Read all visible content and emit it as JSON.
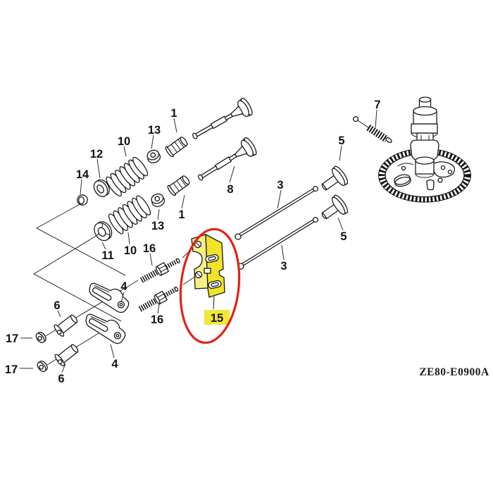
{
  "diagram": {
    "code": "ZE80-E0900A",
    "highlight": {
      "part": "15",
      "fill": "#f1e32a",
      "fill_light": "#f8ef86",
      "badge_fill": "#f2e637",
      "circle": "#e02318"
    },
    "callouts": [
      {
        "label": "1"
      },
      {
        "label": "13"
      },
      {
        "label": "10"
      },
      {
        "label": "12"
      },
      {
        "label": "14"
      },
      {
        "label": "8"
      },
      {
        "label": "1"
      },
      {
        "label": "13"
      },
      {
        "label": "10"
      },
      {
        "label": "11"
      },
      {
        "label": "16"
      },
      {
        "label": "16"
      },
      {
        "label": "4"
      },
      {
        "label": "4"
      },
      {
        "label": "6"
      },
      {
        "label": "6"
      },
      {
        "label": "17"
      },
      {
        "label": "17"
      },
      {
        "label": "3"
      },
      {
        "label": "3"
      },
      {
        "label": "5"
      },
      {
        "label": "5"
      },
      {
        "label": "7"
      },
      {
        "label": "15"
      }
    ]
  }
}
